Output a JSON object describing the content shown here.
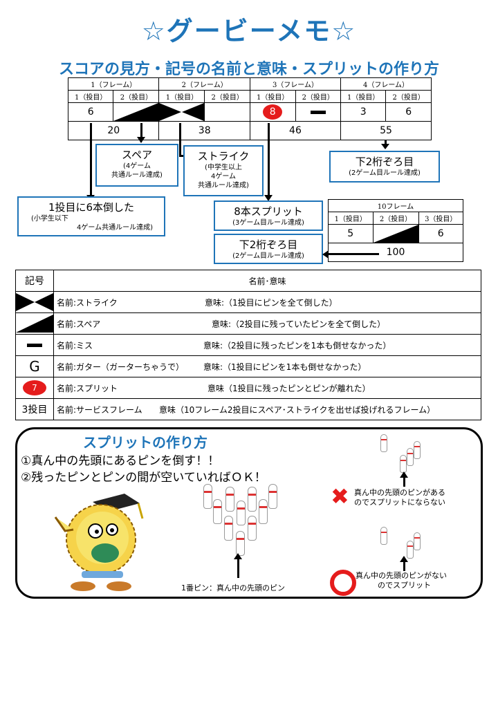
{
  "title": "☆グービーメモ☆",
  "subtitle": "スコアの見方・記号の名前と意味・スプリットの作り方",
  "frames": [
    {
      "name": "1（フレーム）",
      "t1": "1（投目）",
      "t2": "2（投目）",
      "v1": "6",
      "v2": "",
      "total": "20"
    },
    {
      "name": "2（フレーム）",
      "t1": "1（投目）",
      "t2": "2（投目）",
      "v1": "",
      "v2": "",
      "total": "38"
    },
    {
      "name": "3（フレーム）",
      "t1": "1（投目）",
      "t2": "2（投目）",
      "v1": "8",
      "v2": "",
      "total": "46"
    },
    {
      "name": "4（フレーム）",
      "t1": "1（投目）",
      "t2": "2（投目）",
      "v1": "3",
      "v2": "6",
      "total": "55"
    }
  ],
  "callouts": {
    "spare": {
      "big": "スペア",
      "l1": "(4ゲーム",
      "l2": "共通ルール達成)"
    },
    "strike": {
      "big": "ストライク",
      "l1": "(中学生以上",
      "l2": "4ゲーム",
      "l3": "共通ルール達成)"
    },
    "double_digit_4": {
      "big": "下2桁ぞろ目",
      "l1": "(2ゲーム目ルール達成)"
    },
    "six_pins": {
      "big": "1投目に6本倒した",
      "l1": "(小学生以下",
      "l2": "4ゲーム共通ルール達成)"
    },
    "split8": {
      "big": "8本スプリット",
      "l1": "(3ゲーム目ルール達成)"
    },
    "double_digit_10": {
      "big": "下2桁ぞろ目",
      "l1": "(2ゲーム目ルール達成)"
    }
  },
  "tenth": {
    "name": "10フレーム",
    "t1": "1（投目）",
    "t2": "2（投目）",
    "t3": "3（投目）",
    "v1": "5",
    "v2": "",
    "v3": "6",
    "total": "100"
  },
  "legend": {
    "head_symbol": "記号",
    "head_meaning": "名前･意味",
    "rows": [
      {
        "sym": "",
        "name": "名前:ストライク",
        "meaning": "意味:（1投目にピンを全て倒した）"
      },
      {
        "sym": "",
        "name": "名前:スペア",
        "meaning": "意味:（2投目に残っていたピンを全て倒した）"
      },
      {
        "sym": "",
        "name": "名前:ミス",
        "meaning": "意味:（2投目に残ったピンを1本も倒せなかった）"
      },
      {
        "sym": "G",
        "name": "名前:ガター（ガーターちゃうで）",
        "meaning": "意味:（1投目にピンを1本も倒せなかった）"
      },
      {
        "sym": "7",
        "name": "名前:スプリット",
        "meaning": "意味（1投目に残ったピンとピンが離れた）"
      },
      {
        "sym": "3投目",
        "name": "名前:サービスフレーム",
        "meaning": "意味（10フレーム2投目にスペア･ストライクを出せば投げれるフレーム）"
      }
    ]
  },
  "split": {
    "heading": "スプリットの作り方",
    "step1": "①真ん中の先頭にあるピンを倒す！！",
    "step2": "②残ったピンとピンの間が空いていればＯＫ！",
    "pin_caption": "1番ピン：真ん中の先頭のピン",
    "ng_l1": "真ん中の先頭のピンがある",
    "ng_l2": "のでスプリットにならない",
    "ok_l1": "真ん中の先頭のピンがない",
    "ok_l2": "のでスプリット"
  },
  "colors": {
    "accent": "#1e74b8",
    "split_red": "#e51c1c"
  }
}
